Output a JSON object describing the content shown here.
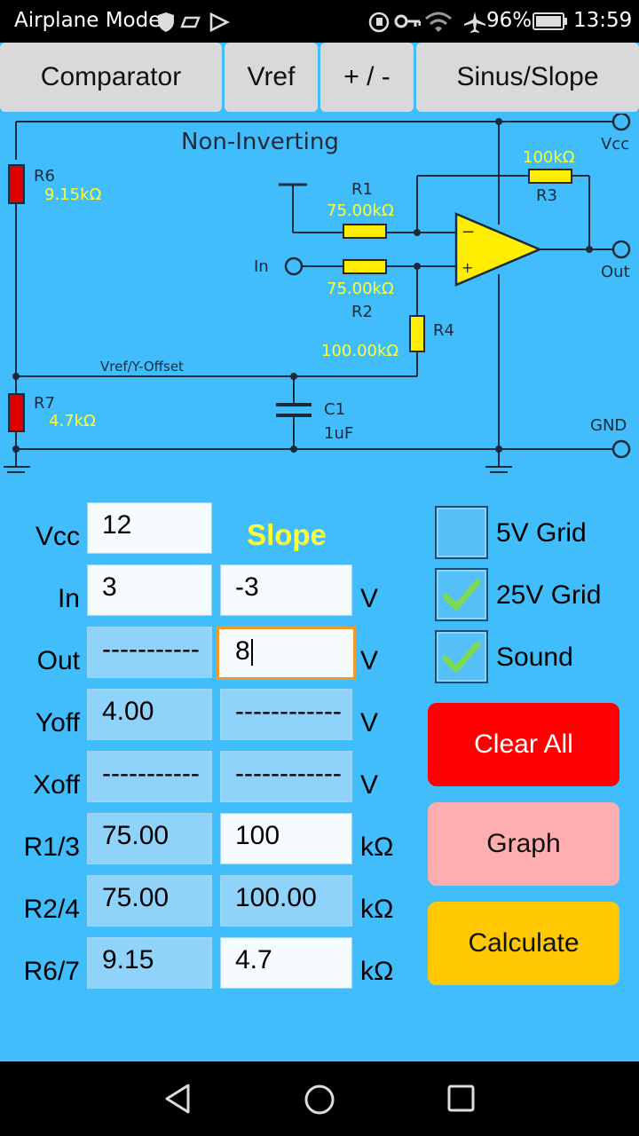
{
  "status_bar": {
    "left_text": "Airplane Mode",
    "battery": "96%",
    "time": "13:59"
  },
  "tabs": [
    {
      "label": "Comparator"
    },
    {
      "label": "Vref"
    },
    {
      "label": "+ / -"
    },
    {
      "label": "Sinus/Slope"
    }
  ],
  "circuit": {
    "title": "Non-Inverting",
    "vcc": "Vcc",
    "out": "Out",
    "gnd": "GND",
    "in": "In",
    "vref": "Vref/Y-Offset",
    "r6": {
      "name": "R6",
      "value": "9.15kΩ"
    },
    "r7": {
      "name": "R7",
      "value": "4.7kΩ"
    },
    "r1": {
      "name": "R1",
      "value": "75.00kΩ"
    },
    "r2": {
      "name": "R2",
      "value": "75.00kΩ"
    },
    "r3": {
      "name": "R3",
      "value": "100kΩ"
    },
    "r4": {
      "name": "R4",
      "value": "100.00kΩ"
    },
    "c1": {
      "name": "C1",
      "value": "1uF"
    }
  },
  "form": {
    "slope_label": "Slope",
    "rows": [
      {
        "label": "Vcc",
        "a": "12",
        "b": null,
        "unit": ""
      },
      {
        "label": "In",
        "a": "3",
        "b": "-3",
        "unit": "V"
      },
      {
        "label": "Out",
        "a": "-----------",
        "b": "8",
        "unit": "V"
      },
      {
        "label": "Yoff",
        "a": "4.00",
        "b": "------------",
        "unit": "V"
      },
      {
        "label": "Xoff",
        "a": "-----------",
        "b": "------------",
        "unit": "V"
      },
      {
        "label": "R1/3",
        "a": "75.00",
        "b": "100",
        "unit": "kΩ"
      },
      {
        "label": "R2/4",
        "a": "75.00",
        "b": "100.00",
        "unit": "kΩ"
      },
      {
        "label": "R6/7",
        "a": "9.15",
        "b": "4.7",
        "unit": "kΩ"
      }
    ]
  },
  "checkboxes": [
    {
      "label": "5V Grid",
      "checked": false
    },
    {
      "label": "25V Grid",
      "checked": true
    },
    {
      "label": "Sound",
      "checked": true
    }
  ],
  "buttons": {
    "clear": "Clear All",
    "graph": "Graph",
    "calculate": "Calculate"
  },
  "colors": {
    "background": "#41bdfb",
    "clear_button": "#ff0000",
    "graph_button": "#ffaeb0",
    "calculate_button": "#ffc800",
    "slope_text": "#ffff33",
    "resistor_yellow": "#ffee00",
    "resistor_red": "#e00000"
  }
}
